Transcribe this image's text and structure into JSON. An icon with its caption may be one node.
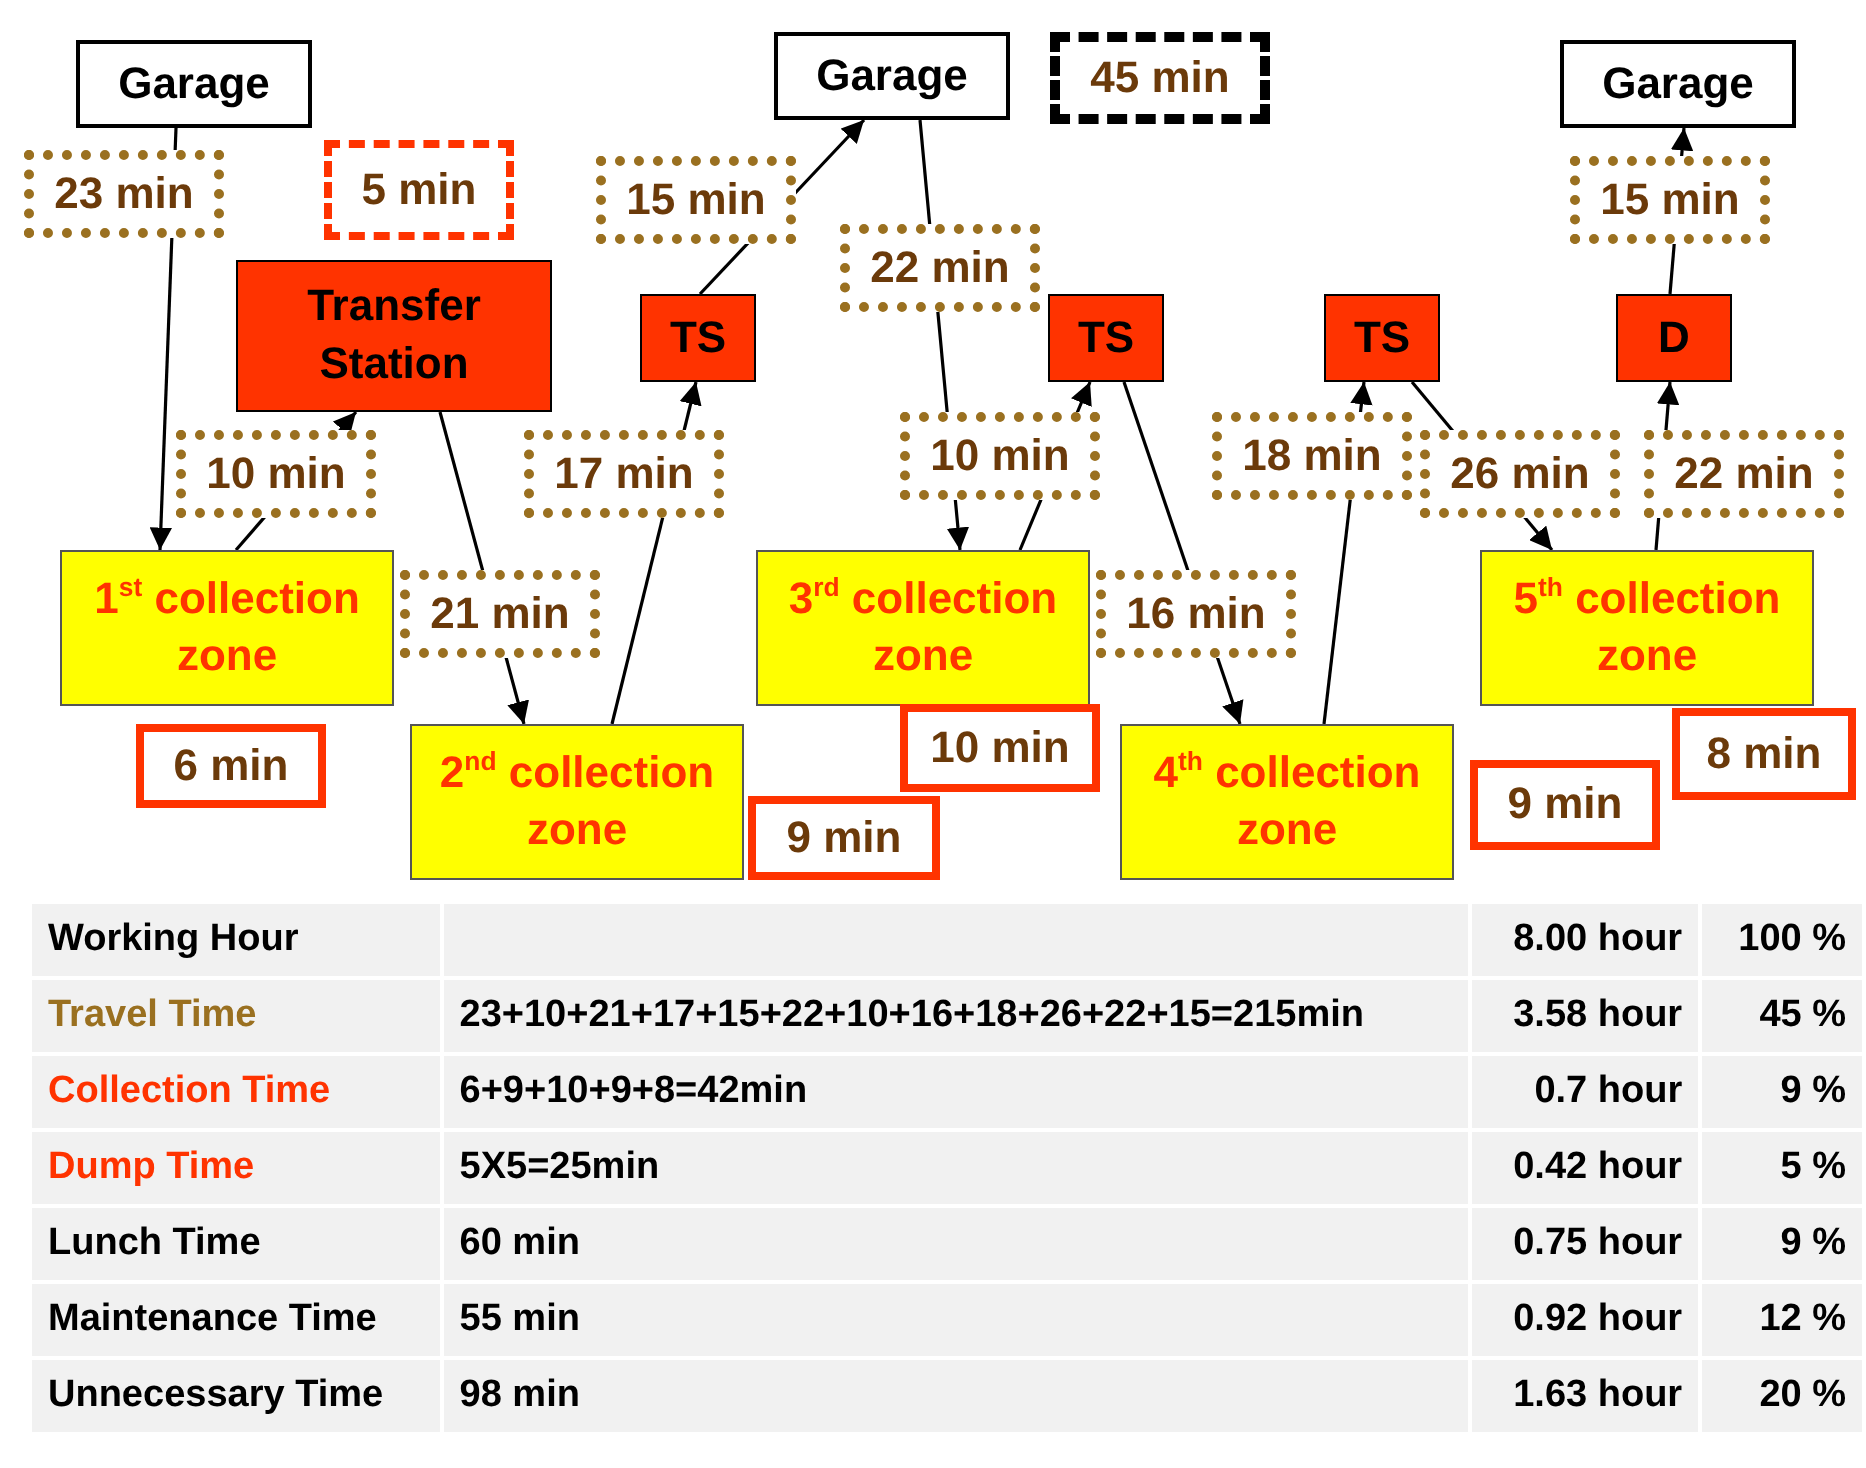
{
  "diagram": {
    "nodes": [
      {
        "text": [
          "Garage"
        ]
      },
      {
        "text": [
          "Garage"
        ]
      },
      {
        "text": [
          "Garage"
        ]
      },
      {
        "text": [
          "Transfer Station"
        ]
      },
      {
        "text": [
          "TS"
        ]
      },
      {
        "text": [
          "TS"
        ]
      },
      {
        "text": [
          "TS"
        ]
      },
      {
        "text": [
          "D"
        ]
      },
      {
        "text": [
          "1$^{st}$ collection zone"
        ]
      },
      {
        "text": [
          "3$^{rd}$ collection zone"
        ]
      },
      {
        "text": [
          "5$^{th}$ collection zone"
        ]
      },
      {
        "text": [
          "2$^{nd}$ collection zone"
        ]
      },
      {
        "text": [
          "4$^{th}$ collection zone"
        ]
      },
      {
        "text": [
          "45 min"
        ]
      },
      {
        "text": [
          "5 min"
        ]
      },
      {
        "text": [
          "6 min"
        ]
      },
      {
        "text": [
          "10 min"
        ]
      },
      {
        "text": [
          "9 min"
        ]
      },
      {
        "text": [
          "9 min"
        ]
      },
      {
        "text": [
          "8 min"
        ]
      }
    ],
    "edges": [
      {
        "from": 0,
        "to": 8,
        "arrow": "to",
        "label": "23 min"
      },
      {
        "from": 8,
        "to": 3,
        "arrow": "to",
        "label": "10 min"
      },
      {
        "from": 3,
        "to": 11,
        "arrow": "to",
        "label": "21 min"
      },
      {
        "from": 11,
        "to": 4,
        "arrow": "to",
        "label": "17 min"
      },
      {
        "from": 4,
        "to": 1,
        "arrow": "to",
        "label": "15 min"
      },
      {
        "from": 1,
        "to": 9,
        "arrow": "to",
        "label": "22 min"
      },
      {
        "from": 9,
        "to": 5,
        "arrow": "to",
        "label": "10 min"
      },
      {
        "from": 5,
        "to": 12,
        "arrow": "to",
        "label": "16 min"
      },
      {
        "from": 12,
        "to": 6,
        "arrow": "to",
        "label": "18 min"
      },
      {
        "from": 6,
        "to": 10,
        "arrow": "to",
        "label": "26 min"
      },
      {
        "from": 10,
        "to": 7,
        "arrow": "to",
        "label": "22 min"
      },
      {
        "from": 7,
        "to": 2,
        "arrow": "to",
        "label": "15 min"
      }
    ],
    "labels": [
      "Working Hour",
      "8.00 hour",
      "100 %",
      "Travel Time",
      "23+10+21+17+15+22+10+16+18+26+22+15=215min",
      "3.58 hour",
      "45 %",
      "Collection Time",
      "6+9+10+9+8=42min",
      "0.7 hour",
      "9 %",
      "Dump Time",
      "5X5=25min",
      "0.42 hour",
      "5 %",
      "Lunch Time",
      "60 min",
      "0.75 hour",
      "9 %",
      "Maintenance Time",
      "55 min",
      "0.92 hour",
      "12 %",
      "Unnecessary Time",
      "98 min",
      "1.63 hour",
      "20 %"
    ]
  }
}
